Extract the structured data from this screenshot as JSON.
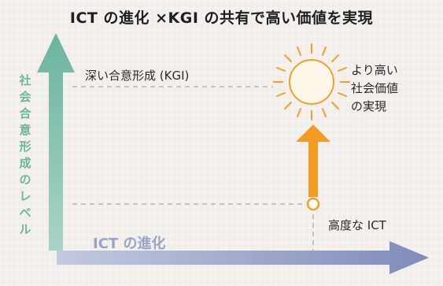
{
  "title": "ICT の進化 ×KGI の共有で高い価値を実現",
  "labels": {
    "kgi": "深い合意形成 (KGI)",
    "value": "より高い\n社会価値\nの実現",
    "ict_advanced": "高度な ICT",
    "x_axis": "ICT の進化",
    "y_axis": "社会合意形成のレベル"
  },
  "colors": {
    "y_axis": "#7cbda9",
    "x_axis": "#8d98c0",
    "orange": "#f3a02a",
    "dashed": "#b0aaa5"
  },
  "icons": {
    "sun": "sun-icon"
  }
}
